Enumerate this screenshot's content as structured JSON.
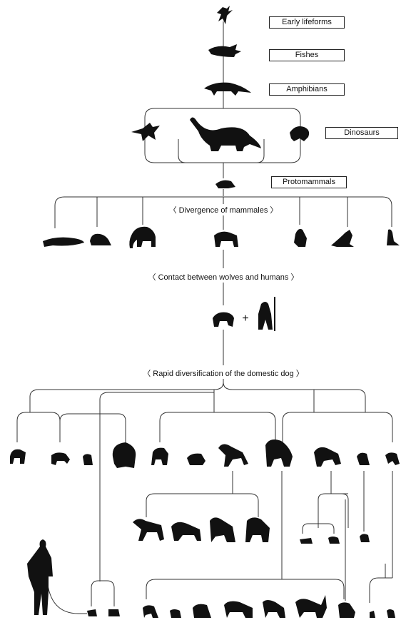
{
  "title": "",
  "labels": {
    "early_lifeforms": "Early lifeforms",
    "fishes": "Fishes",
    "amphibians": "Amphibians",
    "dinosaurs": "Dinosaurs",
    "protomammals": "Protomammals"
  },
  "captions": {
    "divergence": "〈 Divergence of mammales 〉",
    "contact": "〈 Contact between wolves and humans 〉",
    "diversification": "〈 Rapid diversification of the domestic dog 〉"
  },
  "plus_sign": "+",
  "colors": {
    "silhouette": "#111111",
    "line": "#333333",
    "box_border": "#222222"
  }
}
